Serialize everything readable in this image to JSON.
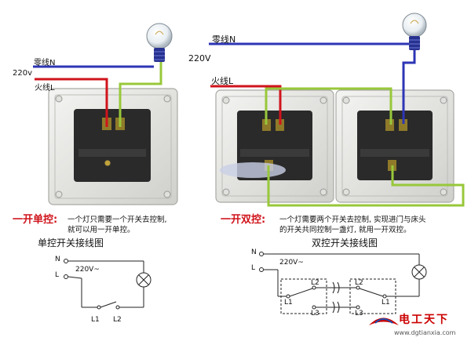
{
  "top_left": {
    "neutral": "零线N",
    "voltage": "220v",
    "live": "火线L"
  },
  "top_right": {
    "neutral": "零线N",
    "voltage": "220V",
    "live": "火线L"
  },
  "single_control": {
    "title": "一开单控:",
    "desc_line1": "一个灯只需要一个开关去控制,",
    "desc_line2": "就可以用一开单控。",
    "heading": "单控开关接线图",
    "n": "N",
    "l": "L",
    "voltage": "220V~",
    "l1": "L1",
    "l2": "L2"
  },
  "double_control": {
    "title": "一开双控:",
    "desc_line1": "一个灯需要两个开关去控制, 实现进门与床头",
    "desc_line2": "的开关共同控制一盏灯, 就用一开双控。",
    "heading": "双控开关接线图",
    "n": "N",
    "l": "L",
    "voltage": "220V~",
    "a_l1": "L1",
    "a_l2": "L2",
    "a_l3": "L3",
    "b_l1": "L1",
    "b_l2": "L2",
    "b_l3": "L3"
  },
  "watermark": {
    "brand": "电工天下",
    "url": "www.dgtianxia.com"
  }
}
